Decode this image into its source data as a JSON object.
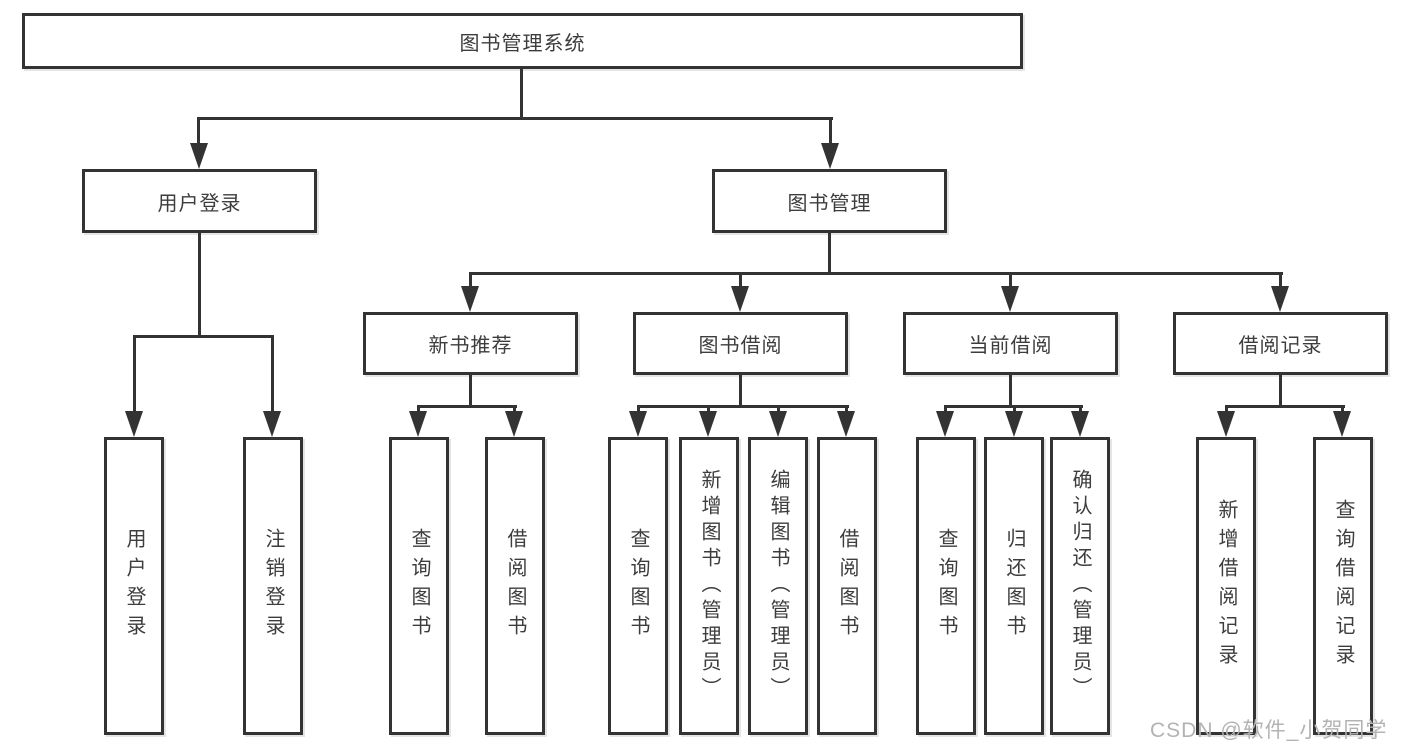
{
  "colors": {
    "line": "#333333",
    "text": "#3d3d3d",
    "watermark": "#b3b3b3",
    "background": "#ffffff"
  },
  "watermark": {
    "text": "CSDN @软件_小贺同学"
  },
  "diagram": {
    "type": "hierarchy-tree",
    "root": {
      "label": "图书管理系统",
      "children": [
        "用户登录",
        "图书管理"
      ]
    },
    "level2": [
      {
        "label": "用户登录",
        "children": [
          "用户登录",
          "注销登录"
        ]
      },
      {
        "label": "图书管理",
        "children": [
          "新书推荐",
          "图书借阅",
          "当前借阅",
          "借阅记录"
        ]
      }
    ],
    "level3": [
      {
        "label": "新书推荐",
        "children": [
          "查询图书",
          "借阅图书"
        ]
      },
      {
        "label": "图书借阅",
        "children": [
          "查询图书",
          "新增图书（管理员）",
          "编辑图书（管理员）",
          "借阅图书"
        ]
      },
      {
        "label": "当前借阅",
        "children": [
          "查询图书",
          "归还图书",
          "确认归还（管理员）"
        ]
      },
      {
        "label": "借阅记录",
        "children": [
          "新增借阅记录",
          "查询借阅记录"
        ]
      }
    ],
    "leaves": [
      {
        "label": "用户登录"
      },
      {
        "label": "注销登录"
      },
      {
        "label": "查询图书"
      },
      {
        "label": "借阅图书"
      },
      {
        "label": "查询图书"
      },
      {
        "label": "新增图书（管理员）"
      },
      {
        "label": "编辑图书（管理员）"
      },
      {
        "label": "借阅图书"
      },
      {
        "label": "查询图书"
      },
      {
        "label": "归还图书"
      },
      {
        "label": "确认归还（管理员）"
      },
      {
        "label": "新增借阅记录"
      },
      {
        "label": "查询借阅记录"
      }
    ]
  }
}
